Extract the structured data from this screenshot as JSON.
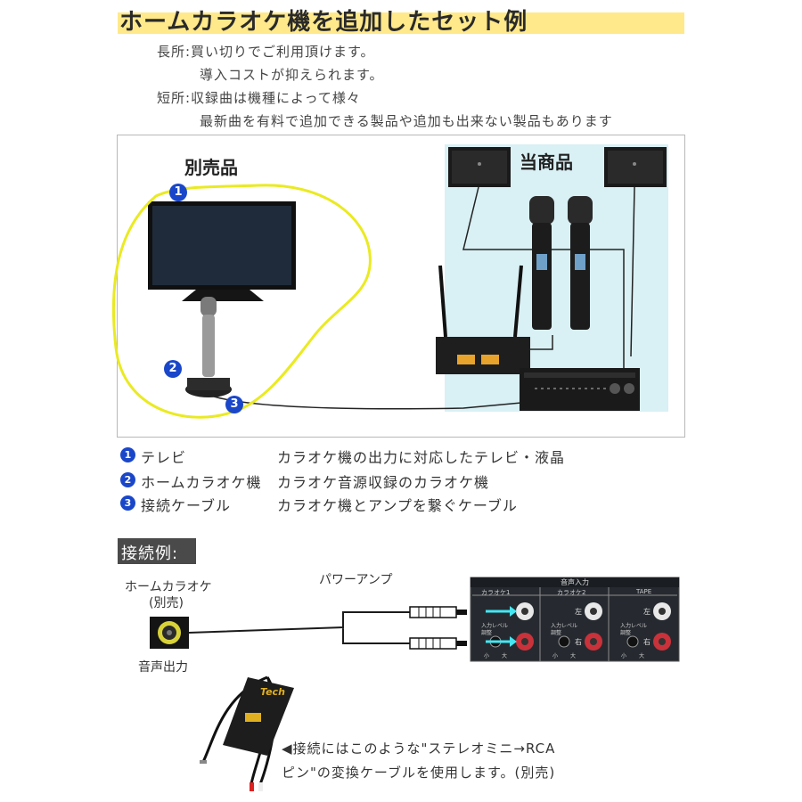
{
  "title": "ホームカラオケ機を追加したセット例",
  "pros_cons": {
    "pro_1": "長所:買い切りでご利用頂けます。",
    "pro_2": "導入コストが抑えられます。",
    "con_1": "短所:収録曲は機種によって様々",
    "con_2": "最新曲を有料で追加できる製品や追加も出来ない製品もあります"
  },
  "diagram": {
    "sold_separately_label": "別売品",
    "this_product_label": "当商品",
    "markers": [
      "1",
      "2",
      "3"
    ]
  },
  "legend": [
    {
      "num": "1",
      "name": "テレビ",
      "desc": "カラオケ機の出力に対応したテレビ・液晶"
    },
    {
      "num": "2",
      "name": "ホームカラオケ機",
      "desc": "カラオケ音源収録のカラオケ機"
    },
    {
      "num": "3",
      "name": "接続ケーブル",
      "desc": "カラオケ機とアンプを繋ぐケーブル"
    }
  ],
  "connection": {
    "section_title": "接続例:",
    "karaoke_label_1": "ホームカラオケ",
    "karaoke_label_2": "(別売)",
    "audio_out_label": "音声出力",
    "amp_label": "パワーアンプ",
    "panel": {
      "header": "音声入力",
      "col1": "カラオケ1",
      "col2": "カラオケ2",
      "col3": "TAPE",
      "left": "左",
      "right": "右",
      "level": "入力レベル",
      "adjust": "調整",
      "small": "小",
      "large": "大"
    },
    "cable_brand": "Tech",
    "note_1": "◀接続にはこのような\"ステレオミニ→RCA",
    "note_2": "ピン\"の変換ケーブルを使用します。(別売)"
  }
}
